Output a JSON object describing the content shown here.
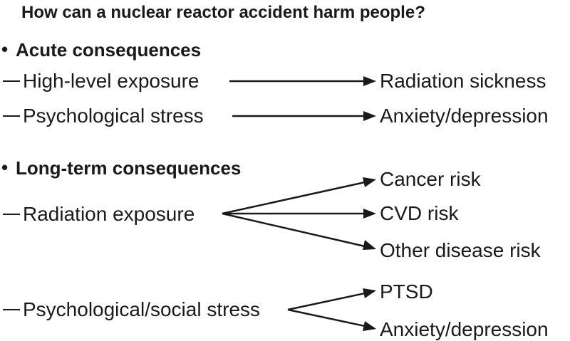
{
  "title": "How can a nuclear reactor accident harm people?",
  "bullet": "•",
  "acute": {
    "heading": "Acute consequences",
    "causes": [
      "High-level exposure",
      "Psychological stress"
    ],
    "effects": [
      "Radiation sickness",
      "Anxiety/depression"
    ]
  },
  "longterm": {
    "heading": "Long-term consequences",
    "radiation": {
      "cause": "Radiation exposure",
      "effects": [
        "Cancer risk",
        "CVD risk",
        "Other disease risk"
      ]
    },
    "stress": {
      "cause": "Psychological/social stress",
      "effects": [
        "PTSD",
        "Anxiety/depression"
      ]
    }
  }
}
